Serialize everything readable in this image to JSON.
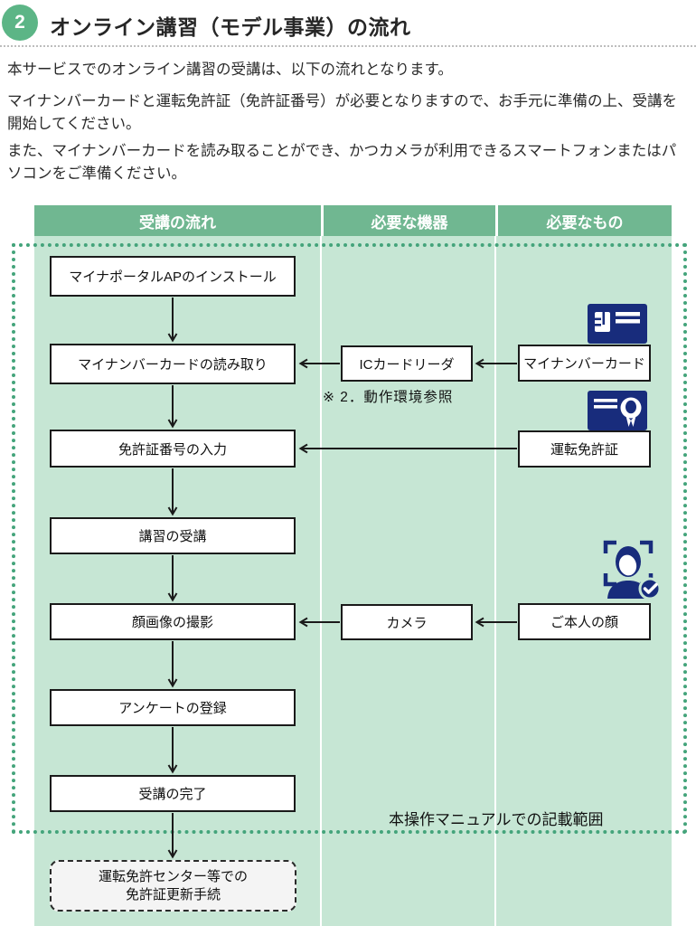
{
  "header": {
    "badge": "2",
    "title": "オンライン講習（モデル事業）の流れ"
  },
  "intro": {
    "p1": "本サービスでのオンライン講習の受講は、以下の流れとなります。",
    "p2": "マイナンバーカードと運転免許証（免許証番号）が必要となりますので、お手元に準備の上、受講を開始してください。",
    "p3": "また、マイナンバーカードを読み取ることができ、かつカメラが利用できるスマートフォンまたはパソコンをご準備ください。"
  },
  "table": {
    "col1": "受講の流れ",
    "col2": "必要な機器",
    "col3": "必要なもの"
  },
  "steps": {
    "s1": "マイナポータルAPのインストール",
    "s2": "マイナンバーカードの読み取り",
    "s3": "免許証番号の入力",
    "s4": "講習の受講",
    "s5": "顔画像の撮影",
    "s6": "アンケートの登録",
    "s7": "受講の完了",
    "final_line1": "運転免許センター等での",
    "final_line2": "免許証更新手続"
  },
  "equipment": {
    "ic_reader": "ICカードリーダ",
    "note": "※ 2．動作環境参照",
    "camera": "カメラ"
  },
  "items": {
    "mynumber": "マイナンバーカード",
    "license": "運転免許証",
    "face": "ご本人の顔"
  },
  "scope_note": "本操作マニュアルでの記載範囲",
  "icons": {
    "mynumber": "mynumber-card-icon",
    "license": "license-card-icon",
    "face": "face-recognition-icon"
  },
  "colors": {
    "accent_green": "#5cb586",
    "header_green": "#70b791",
    "body_green": "#c6e6d4",
    "dotted_green": "#44a47b",
    "navy": "#182c7c"
  }
}
